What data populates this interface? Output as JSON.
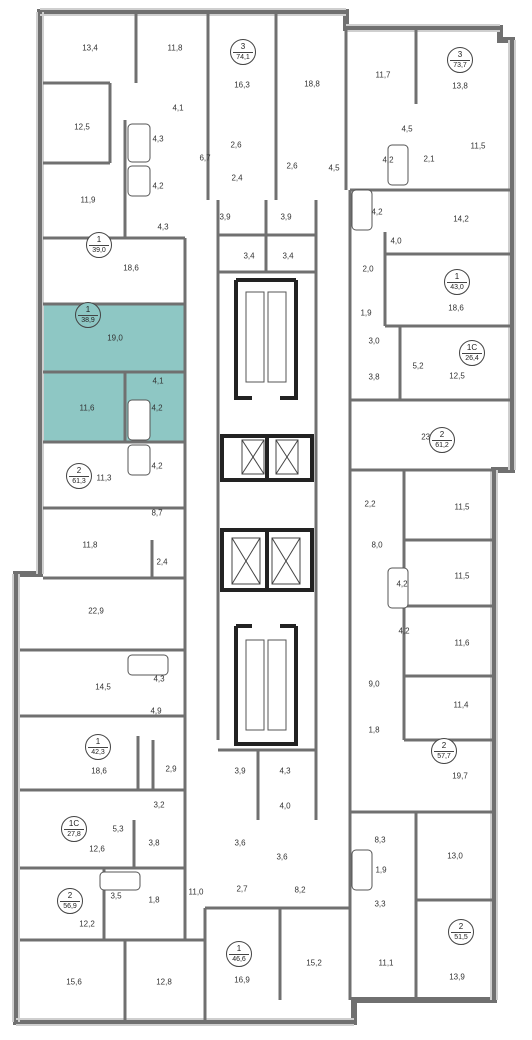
{
  "colors": {
    "wall": "#707070",
    "wall_dark": "#222222",
    "selected_fill": "#8ec7c4",
    "window": "#d9d9d9"
  },
  "selected_apartment": {
    "rooms": "1",
    "area": "38,9"
  },
  "apartments": [
    {
      "id": "a3-74",
      "rooms": "3",
      "area": "74,1"
    },
    {
      "id": "a3-73",
      "rooms": "3",
      "area": "73,7"
    },
    {
      "id": "a1-39",
      "rooms": "1",
      "area": "39,0"
    },
    {
      "id": "a1-43",
      "rooms": "1",
      "area": "43,0"
    },
    {
      "id": "a1-38",
      "rooms": "1",
      "area": "38,9"
    },
    {
      "id": "a1c-26",
      "rooms": "1С",
      "area": "26,4"
    },
    {
      "id": "a2-61-3",
      "rooms": "2",
      "area": "61,3"
    },
    {
      "id": "a2-61-2",
      "rooms": "2",
      "area": "61,2"
    },
    {
      "id": "a1-42",
      "rooms": "1",
      "area": "42,3"
    },
    {
      "id": "a2-57",
      "rooms": "2",
      "area": "57,7"
    },
    {
      "id": "a1c-27",
      "rooms": "1С",
      "area": "27,8"
    },
    {
      "id": "a2-56",
      "rooms": "2",
      "area": "56,9"
    },
    {
      "id": "a2-51",
      "rooms": "2",
      "area": "51,5"
    },
    {
      "id": "a1-46",
      "rooms": "1",
      "area": "46,6"
    }
  ],
  "room_areas": [
    "13,4",
    "11,8",
    "16,3",
    "18,8",
    "11,7",
    "13,8",
    "12,5",
    "4,1",
    "4,3",
    "6,7",
    "2,6",
    "2,4",
    "2,6",
    "4,5",
    "4,5",
    "4,2",
    "2,1",
    "11,5",
    "11,9",
    "4,2",
    "4,3",
    "3,9",
    "3,9",
    "3,4",
    "3,4",
    "4,2",
    "14,2",
    "4,0",
    "18,6",
    "2,0",
    "18,6",
    "1,9",
    "19,0",
    "4,1",
    "3,0",
    "5,2",
    "3,8",
    "12,5",
    "11,6",
    "4,2",
    "23,8",
    "11,3",
    "4,2",
    "8,7",
    "2,2",
    "11,5",
    "8,0",
    "11,8",
    "2,4",
    "4,2",
    "11,5",
    "22,9",
    "4,2",
    "11,6",
    "14,5",
    "4,3",
    "9,0",
    "4,9",
    "11,4",
    "1,8",
    "18,6",
    "2,9",
    "3,9",
    "4,3",
    "4,0",
    "19,7",
    "3,2",
    "5,3",
    "3,8",
    "3,6",
    "3,6",
    "8,3",
    "12,6",
    "3,5",
    "1,8",
    "11,0",
    "2,7",
    "8,2",
    "1,9",
    "3,3",
    "13,0",
    "12,2",
    "15,6",
    "12,8",
    "16,9",
    "15,2",
    "11,1",
    "13,9"
  ]
}
